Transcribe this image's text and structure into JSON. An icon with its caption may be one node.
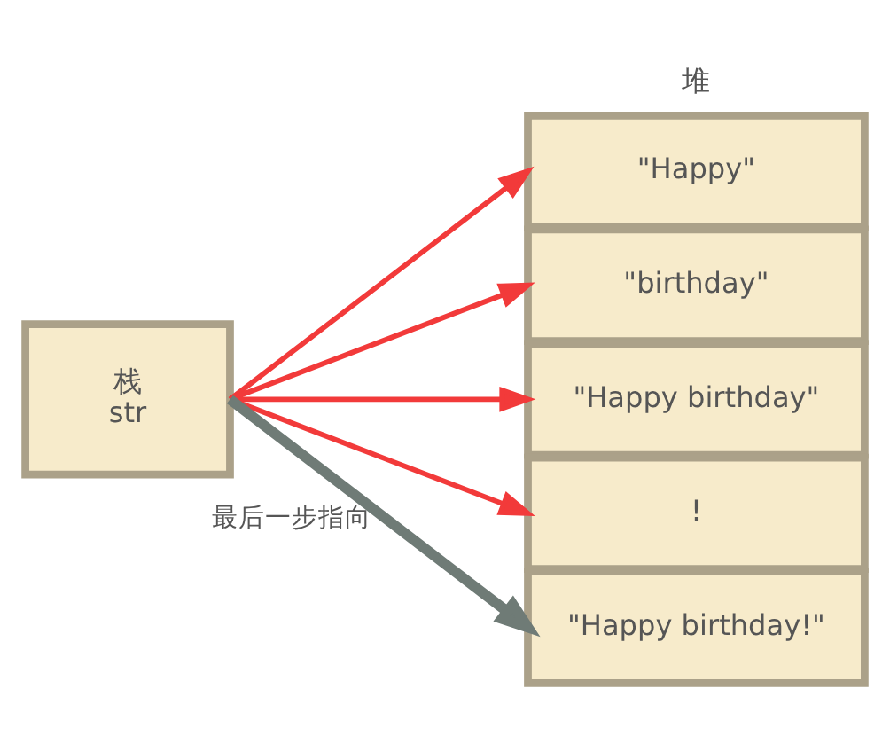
{
  "diagram": {
    "nodes": [
      {
        "text": [
          "栈",
          "str"
        ]
      },
      {
        "text": [
          "\"Happy\""
        ]
      },
      {
        "text": [
          "\"birthday\""
        ]
      },
      {
        "text": [
          "\"Happy birthday\""
        ]
      },
      {
        "text": [
          "!"
        ]
      },
      {
        "text": [
          "\"Happy birthday!\""
        ]
      }
    ],
    "edges": [
      {
        "from": 0,
        "to": 1,
        "arrow": "to"
      },
      {
        "from": 0,
        "to": 2,
        "arrow": "to"
      },
      {
        "from": 0,
        "to": 3,
        "arrow": "to"
      },
      {
        "from": 0,
        "to": 4,
        "arrow": "to"
      },
      {
        "from": 0,
        "to": 5,
        "arrow": "to",
        "label": "最后一步指向",
        "style": "thick",
        "color": "#6f7b76"
      }
    ],
    "labels": [
      "堆"
    ]
  }
}
